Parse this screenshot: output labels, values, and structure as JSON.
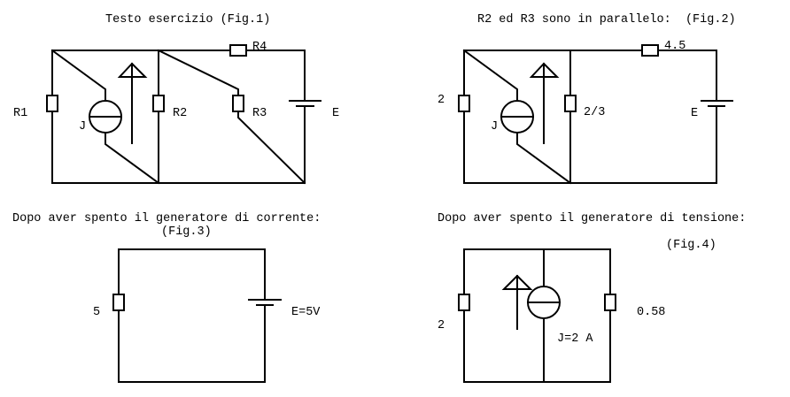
{
  "figures": {
    "fig1": {
      "title": "Testo esercizio (Fig.1)",
      "labels": {
        "r1": "R1",
        "r2": "R2",
        "r3": "R3",
        "r4": "R4",
        "e": "E",
        "j": "J"
      }
    },
    "fig2": {
      "title": "R2 ed R3 sono in parallelo:  (Fig.2)",
      "labels": {
        "r1": "2",
        "r23": "2/3",
        "r4": "4.5",
        "e": "E",
        "j": "J"
      }
    },
    "fig3": {
      "title_line1": "Dopo aver spento il generatore di corrente:",
      "title_line2": "(Fig.3)",
      "labels": {
        "r": "5",
        "e": "E=5V"
      }
    },
    "fig4": {
      "title_line1": "Dopo aver spento il generatore di tensione:",
      "title_line2": "(Fig.4)",
      "labels": {
        "r_left": "2",
        "r_right": "0.58",
        "j": "J=2 A"
      }
    }
  }
}
